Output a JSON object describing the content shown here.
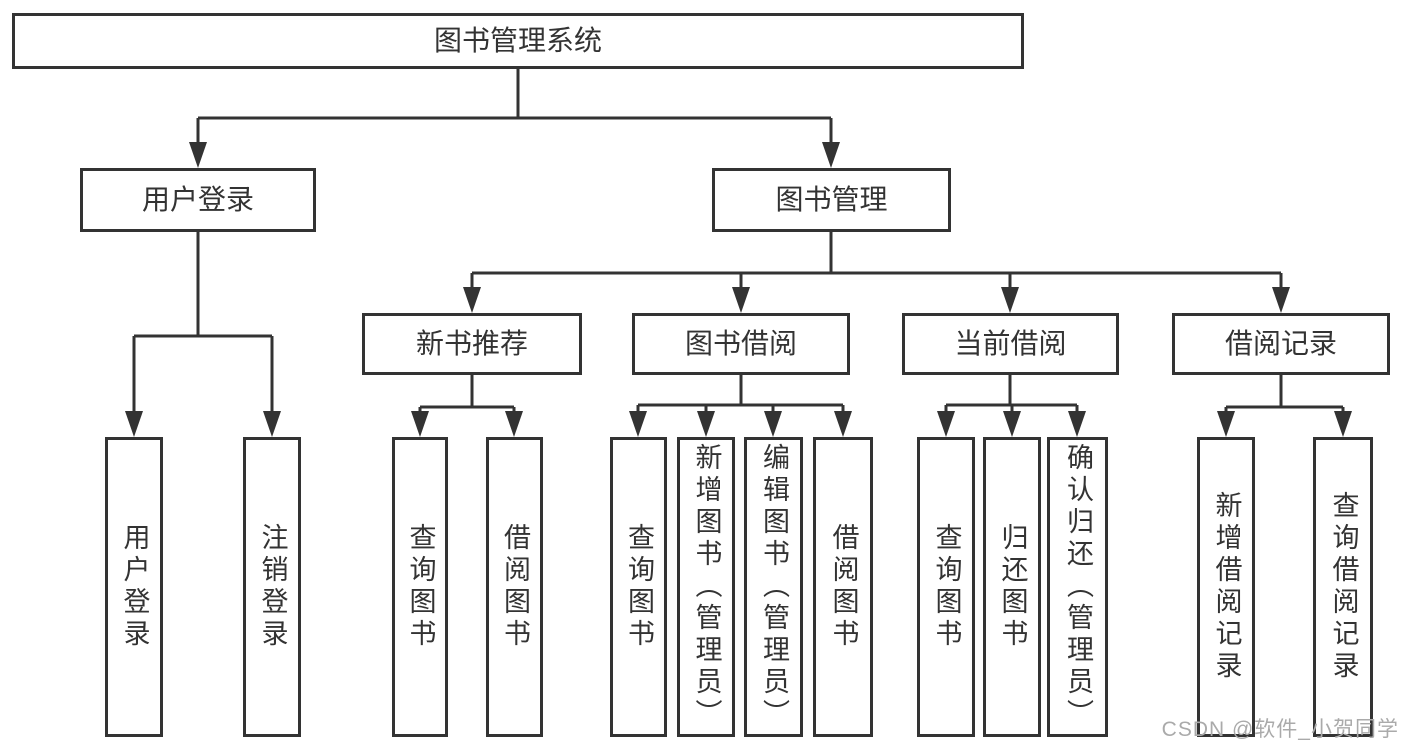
{
  "tree": {
    "label": "图书管理系统",
    "children": [
      {
        "label": "用户登录",
        "children": [
          {
            "label": "用户登录"
          },
          {
            "label": "注销登录"
          }
        ]
      },
      {
        "label": "图书管理",
        "children": [
          {
            "label": "新书推荐",
            "children": [
              {
                "label": "查询图书"
              },
              {
                "label": "借阅图书"
              }
            ]
          },
          {
            "label": "图书借阅",
            "children": [
              {
                "label": "查询图书"
              },
              {
                "label": "新增图书（管理员）"
              },
              {
                "label": "编辑图书（管理员）"
              },
              {
                "label": "借阅图书"
              }
            ]
          },
          {
            "label": "当前借阅",
            "children": [
              {
                "label": "查询图书"
              },
              {
                "label": "归还图书"
              },
              {
                "label": "确认归还（管理员）"
              }
            ]
          },
          {
            "label": "借阅记录",
            "children": [
              {
                "label": "新增借阅记录"
              },
              {
                "label": "查询借阅记录"
              }
            ]
          }
        ]
      }
    ]
  },
  "watermark": {
    "text": "CSDN @软件_小贺同学"
  },
  "colors": {
    "line": "#333333",
    "box_background": "#ffffff",
    "text": "#333333",
    "watermark_text": "#aaaaaa",
    "page_background": "#ffffff"
  }
}
